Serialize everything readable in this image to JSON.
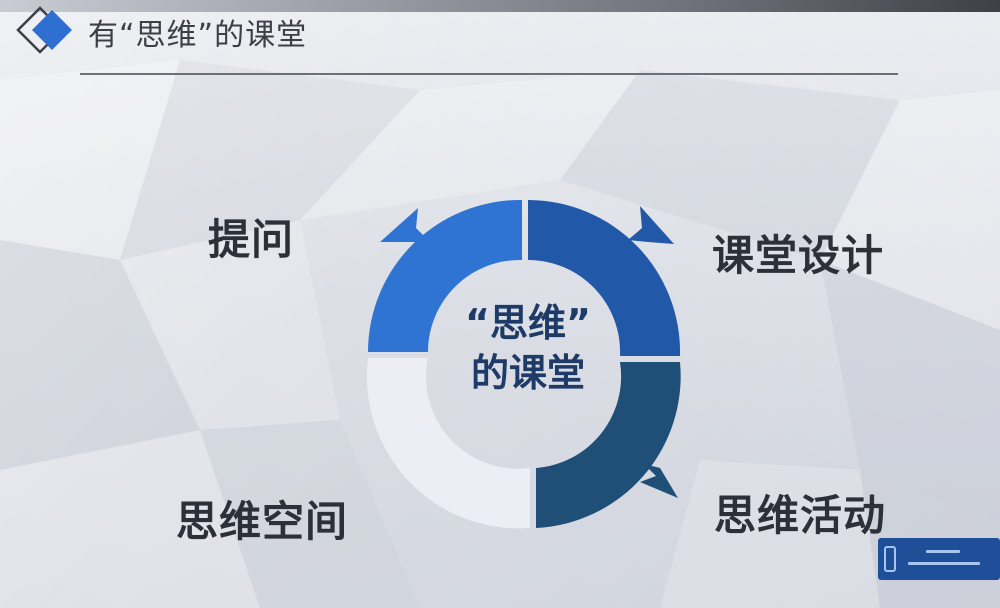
{
  "slide": {
    "title": "有“思维”的课堂",
    "center": {
      "line1": "“思维”",
      "line2": "的课堂"
    },
    "labels": {
      "top_left": "提问",
      "top_right": "课堂设计",
      "bottom_left": "思维空间",
      "bottom_right": "思维活动"
    }
  },
  "colors": {
    "segment_top_left": "#2f74d3",
    "segment_top_right": "#2258a8",
    "segment_bottom_right": "#1f4f76",
    "segment_bottom_left": "#eef1f7",
    "title_icon": "#2f6fd1",
    "center_text": "#1e3a66"
  },
  "icons": {
    "title_icon": "diamond-icon",
    "corner_badge_icon": "phone-icon"
  }
}
